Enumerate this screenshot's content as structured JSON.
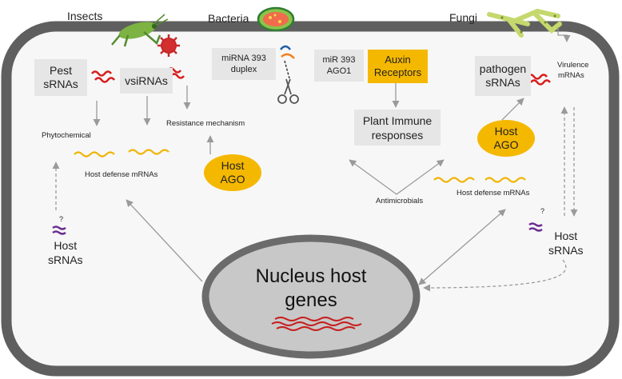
{
  "header": {
    "insects": "Insects",
    "bacteria": "Bacteria",
    "fungi": "Fungi"
  },
  "boxes": {
    "pest_line1": "Pest",
    "pest_line2": "sRNAs",
    "vsirnas": "vsiRNAs",
    "mirna_line1": "miRNA 393",
    "mirna_line2": "duplex",
    "mir_ago_line1": "miR 393",
    "mir_ago_line2": "AGO1",
    "auxin_line1": "Auxin",
    "auxin_line2": "Receptors",
    "immune_line1": "Plant Immune",
    "immune_line2": "responses",
    "pathogen_line1": "pathogen",
    "pathogen_line2": "sRNAs"
  },
  "ago": {
    "left_line1": "Host",
    "left_line2": "AGO",
    "right_line1": "Host",
    "right_line2": "AGO"
  },
  "labels": {
    "phytochemical": "Phytochemical",
    "host_defense_left": "Host defense mRNAs",
    "resistance": "Resistance mechanism",
    "antimicrobials": "Antimicrobials",
    "host_defense_right": "Host defense mRNAs",
    "virulence_line1": "Virulence",
    "virulence_line2": "mRNAs",
    "question_left": "?",
    "question_right": "?",
    "host_srnas_left_1": "Host",
    "host_srnas_left_2": "sRNAs",
    "host_srnas_right_1": "Host",
    "host_srnas_right_2": "sRNAs"
  },
  "nucleus": {
    "line1": "Nucleus host",
    "line2": "genes"
  },
  "colors": {
    "cell_border": "#5f5f5f",
    "cell_fill": "#f7f7f7",
    "box_fill": "#e6e6e6",
    "ago_fill": "#f5b800",
    "srna_red": "#d81e1e",
    "mrna_yellow": "#f0b400",
    "host_srna_purple": "#6a2c91",
    "arrow_gray": "#9a9a9a",
    "nucleus_fill": "#c8c8c8",
    "nucleus_border": "#6b6b6b"
  }
}
